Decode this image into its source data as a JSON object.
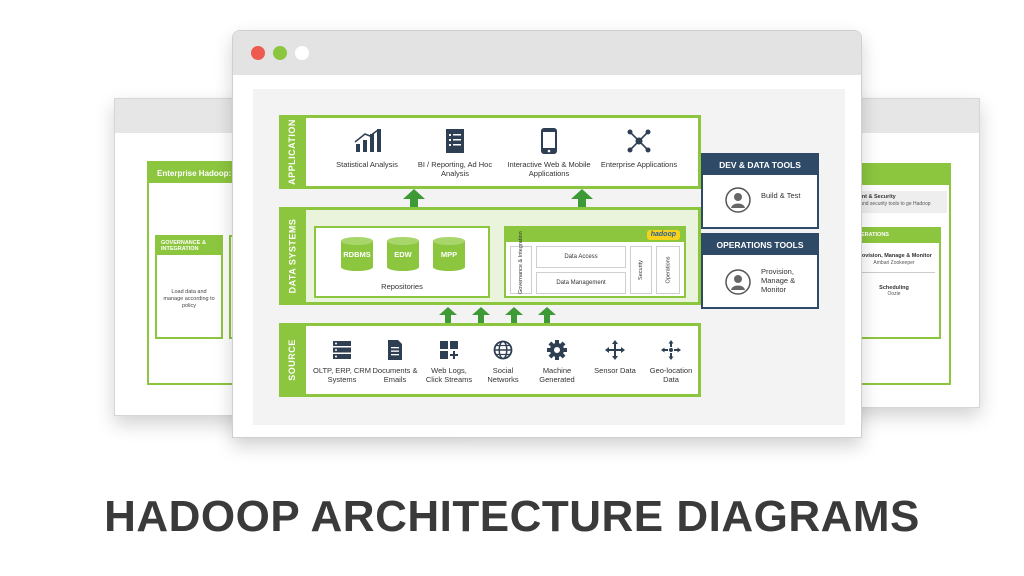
{
  "colors": {
    "green": "#8cc63f",
    "navy": "#2e4a66",
    "icon": "#2e3f53",
    "window_close": "#ee5a4f",
    "window_min": "#8cc63f",
    "window_max": "#ffffff"
  },
  "left_window": {
    "header": "Enterprise Hadoop: C",
    "panel_title": "GOVERNANCE & INTEGRATION",
    "panel_text": "Load data and manage according to policy"
  },
  "right_window": {
    "top_title": "nagement & Security",
    "top_text": "erations and security tools to ge Hadoop",
    "ops_title": "OPERATIONS",
    "item1_title": "Provision, Manage & Monitor",
    "item1_text": "Ambari Zookeeper",
    "item2_title": "Scheduling",
    "item2_text": "Oozie"
  },
  "application": {
    "label": "APPLICATION",
    "items": [
      {
        "label": "Statistical Analysis",
        "icon": "bar-chart-icon"
      },
      {
        "label": "BI / Reporting, Ad Hoc Analysis",
        "icon": "report-document-icon"
      },
      {
        "label": "Interactive Web & Mobile Applications",
        "icon": "mobile-phone-icon"
      },
      {
        "label": "Enterprise Applications",
        "icon": "network-nodes-icon"
      }
    ]
  },
  "data_systems": {
    "label": "DATA SYSTEMS",
    "repositories": {
      "label": "Repositories",
      "items": [
        "RDBMS",
        "EDW",
        "MPP"
      ]
    },
    "hadoop": {
      "logo": "hadoop",
      "governance": "Governance & Integration",
      "data_access": "Data Access",
      "data_management": "Data Management",
      "security": "Security",
      "operations": "Operations"
    }
  },
  "source": {
    "label": "SOURCE",
    "items": [
      {
        "label": "OLTP, ERP, CRM Systems",
        "icon": "server-stack-icon"
      },
      {
        "label": "Documents & Emails",
        "icon": "document-icon"
      },
      {
        "label": "Web Logs, Click Streams",
        "icon": "grid-plus-icon"
      },
      {
        "label": "Social Networks",
        "icon": "globe-icon"
      },
      {
        "label": "Machine Generated",
        "icon": "gear-icon"
      },
      {
        "label": "Sensor Data",
        "icon": "move-arrows-icon"
      },
      {
        "label": "Geo-location Data",
        "icon": "target-arrows-icon"
      }
    ]
  },
  "dev_tools": {
    "title": "DEV & DATA TOOLS",
    "label": "Build & Test"
  },
  "ops_tools": {
    "title": "OPERATIONS TOOLS",
    "label": "Provision, Manage & Monitor"
  },
  "title": "HADOOP ARCHITECTURE DIAGRAMS"
}
